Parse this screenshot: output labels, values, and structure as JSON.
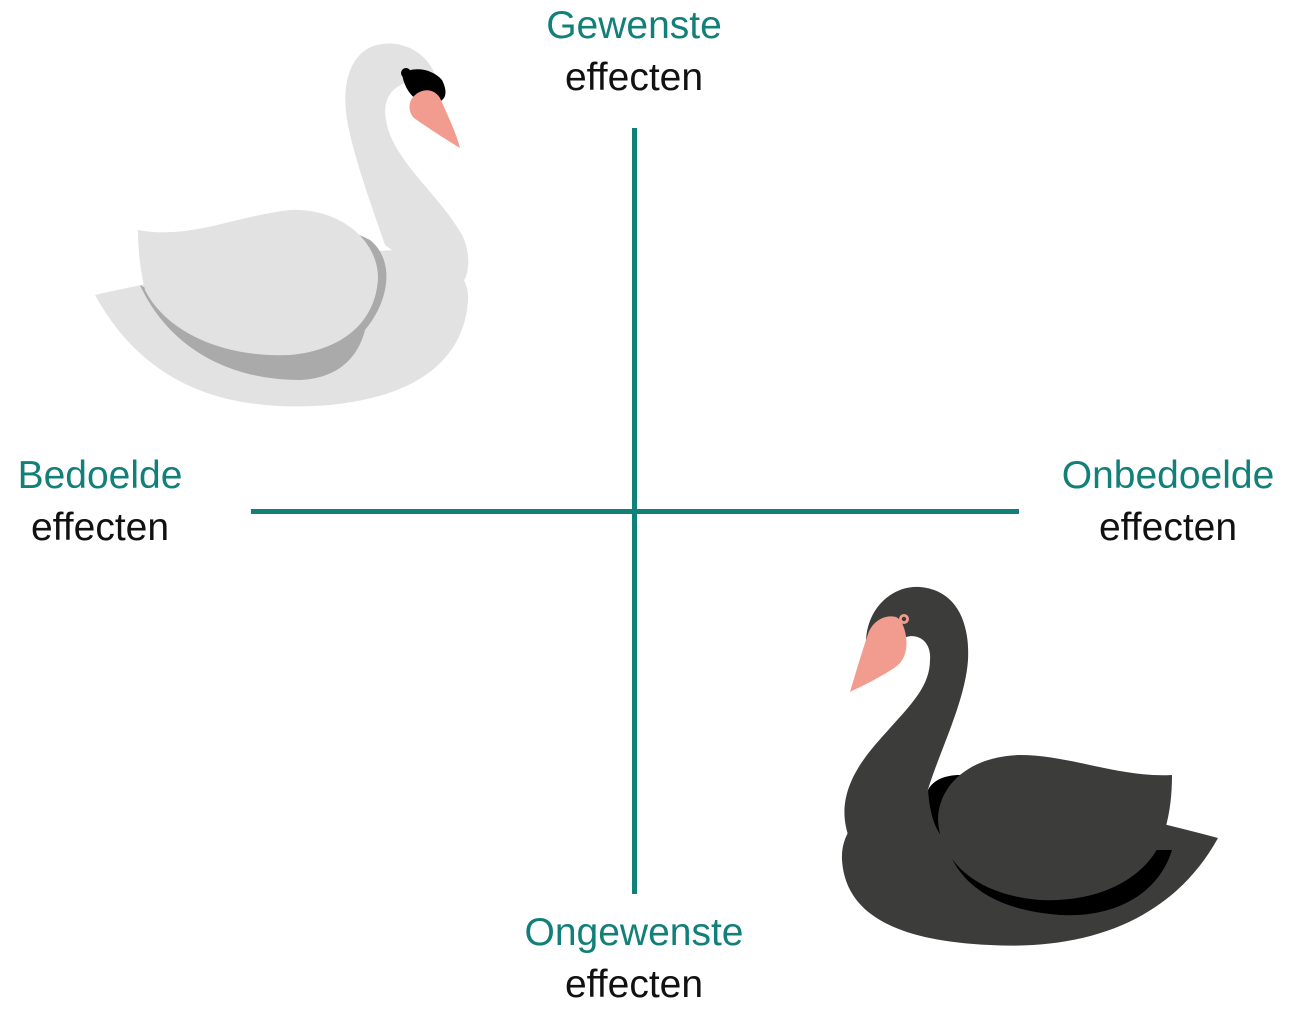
{
  "diagram": {
    "top": {
      "accent": "Gewenste",
      "plain": "effecten"
    },
    "bottom": {
      "accent": "Ongewenste",
      "plain": "effecten"
    },
    "left": {
      "accent": "Bedoelde",
      "plain": "effecten"
    },
    "right": {
      "accent": "Onbedoelde",
      "plain": "effecten"
    }
  },
  "colors": {
    "accent": "#128078",
    "text": "#111111",
    "white_swan_body": "#e2e2e2",
    "white_swan_shadow": "#aaaaaa",
    "black_swan_body": "#3c3c3b",
    "black_swan_shadow": "#000000",
    "beak": "#f29b8f"
  },
  "icons": {
    "quadrant_top_left": "white-swan-icon",
    "quadrant_bottom_right": "black-swan-icon"
  }
}
